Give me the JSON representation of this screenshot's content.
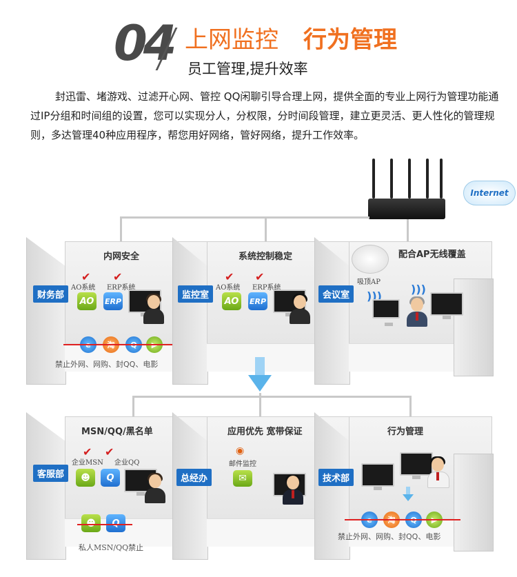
{
  "header": {
    "number": "04",
    "title_light": "上网监控",
    "title_bold": "行为管理",
    "subtitle": "员工管理,提升效率",
    "intro": "封迅雷、堵游戏、过滤开心网、管控 QQ闲聊引导合理上网，提供全面的专业上网行为管理功能通过IP分组和时间组的设置，您可以实现分人，分权限，分时间段管理，建立更灵活、更人性化的管理规则，多达管理40种应用程序，帮您用好网络，管好网络，提升工作效率。"
  },
  "network": {
    "cloud_label": "Internet"
  },
  "rooms_top": [
    {
      "title": "内网安全",
      "dept": "财务部",
      "apps": [
        {
          "label": "AO系统",
          "icon": "AO"
        },
        {
          "label": "ERP系统",
          "icon": "ERP"
        }
      ],
      "banned_caption": "禁止外网、网购、封QQ、电影"
    },
    {
      "title": "系统控制稳定",
      "dept": "监控室",
      "apps": [
        {
          "label": "AO系统",
          "icon": "AO"
        },
        {
          "label": "ERP系统",
          "icon": "ERP"
        }
      ]
    },
    {
      "title": "配合AP无线覆盖",
      "dept": "会议室",
      "ap_label": "吸顶AP"
    }
  ],
  "rooms_bottom": [
    {
      "title": "MSN/QQ/黑名单",
      "dept": "客服部",
      "apps": [
        {
          "label": "企业MSN"
        },
        {
          "label": "企业QQ"
        }
      ],
      "banned_caption": "私人MSN/QQ禁止"
    },
    {
      "title": "应用优先 宽带保证",
      "dept": "总经办",
      "monitor_label": "邮件监控"
    },
    {
      "title": "行为管理",
      "dept": "技术部",
      "banned_caption": "禁止外网、网购、封QQ、电影"
    }
  ],
  "colors": {
    "accent": "#f07020",
    "dept_badge": "#1f6fc4",
    "check": "#d42020"
  }
}
